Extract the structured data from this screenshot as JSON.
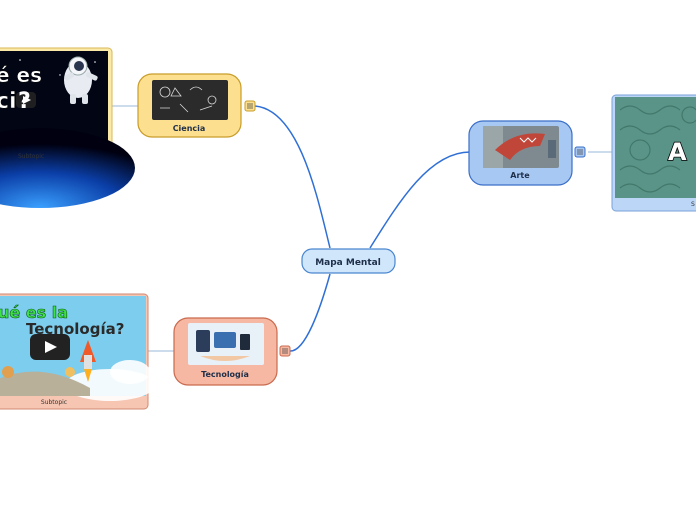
{
  "central": {
    "label": "Mapa Mental"
  },
  "topics": [
    {
      "id": "ciencia",
      "label": "Ciencia",
      "color": "#fde08f",
      "border": "#c89c2a"
    },
    {
      "id": "arte",
      "label": "Arte",
      "color": "#a8c8f4",
      "border": "#3a6fc8"
    },
    {
      "id": "tecnologia",
      "label": "Tecnología",
      "color": "#f6b8a2",
      "border": "#c96a4e"
    }
  ],
  "subtopics": [
    {
      "id": "ciencia-sub",
      "caption": "Subtopic",
      "video_text_1": "é es",
      "video_text_2": "ci"
    },
    {
      "id": "tecnologia-sub",
      "caption": "Subtopic",
      "video_text_1": "ué es la",
      "video_text_2": "Tecnología?"
    },
    {
      "id": "arte-sub",
      "caption": "S",
      "video_text_1": "A"
    }
  ],
  "colors": {
    "line": "#2f6fd6",
    "central_fill": "#cfe6fb",
    "central_border": "#4a86cf"
  }
}
